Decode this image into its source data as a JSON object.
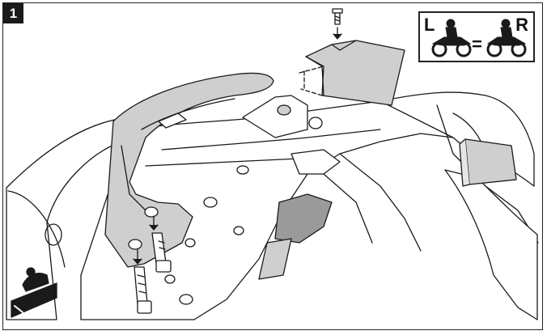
{
  "step": {
    "number": "1"
  },
  "side_indicator": {
    "left_label": "L",
    "right_label": "R",
    "equals_sign": "="
  },
  "icons": {
    "screw": "screw-icon",
    "bolt": "bolt-icon",
    "rider_left": "motorcycle-rider-icon",
    "rider_right": "motorcycle-rider-icon",
    "warning_rider": "rider-ramp-icon"
  },
  "colors": {
    "line": "#1a1a1a",
    "fill_grey": "#cfcfcf",
    "fill_dark": "#9a9a9a",
    "background": "#ffffff"
  }
}
